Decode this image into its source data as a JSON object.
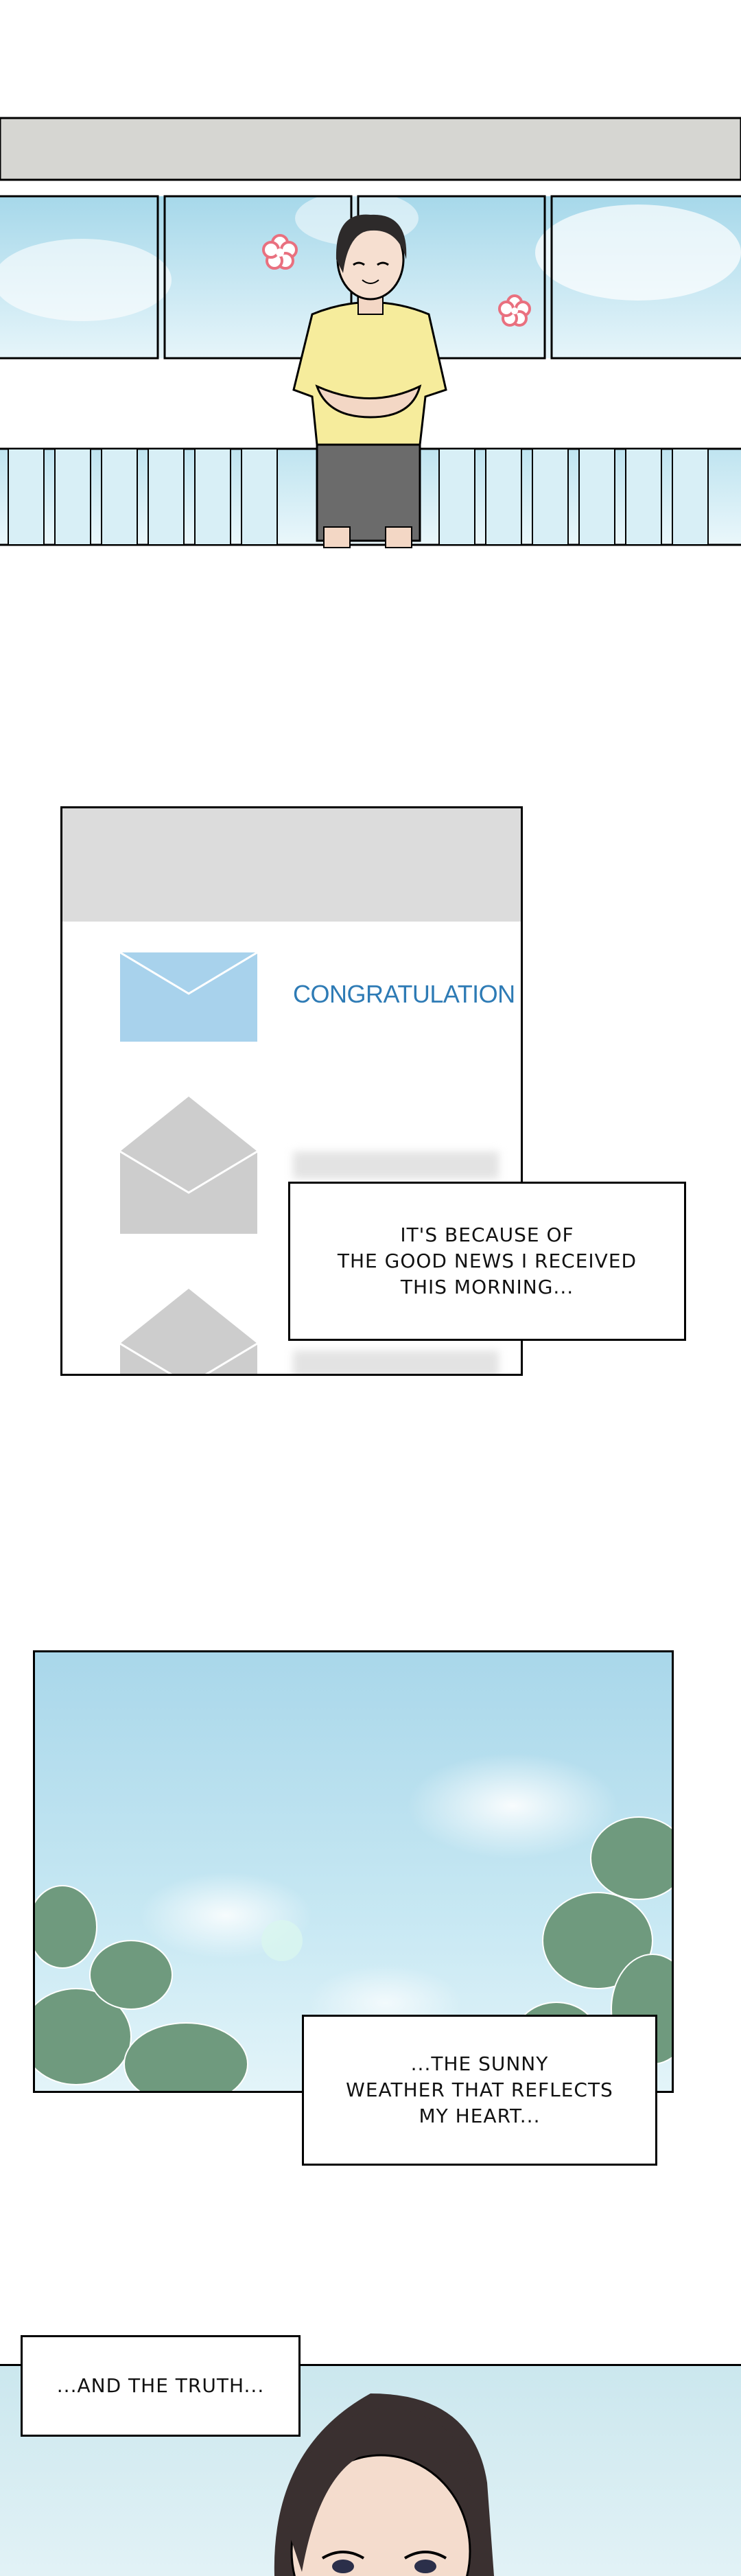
{
  "panels": {
    "balcony": {
      "character": "smiling-woman-arms-crossed",
      "decor": [
        "flower-icon",
        "flower-icon"
      ]
    },
    "inbox": {
      "items": [
        {
          "icon": "envelope-icon",
          "label": "CONGRATULATION",
          "state": "highlighted"
        },
        {
          "icon": "envelope-icon",
          "label": "",
          "state": "blurred"
        },
        {
          "icon": "envelope-icon",
          "label": "",
          "state": "blurred"
        }
      ],
      "accent_color": "#2e7bb5",
      "highlight_color": "#a8d2ec"
    },
    "sky": {
      "scene": "sunny-sky-with-leaves"
    },
    "portrait": {
      "character": "woman-close-up"
    }
  },
  "captions": {
    "c1": "IT'S BECAUSE OF\nTHE GOOD NEWS I RECEIVED\nTHIS MORNING...",
    "c2": "...THE SUNNY\nWEATHER THAT REFLECTS\nMY HEART...",
    "c3": "...AND THE TRUTH..."
  }
}
